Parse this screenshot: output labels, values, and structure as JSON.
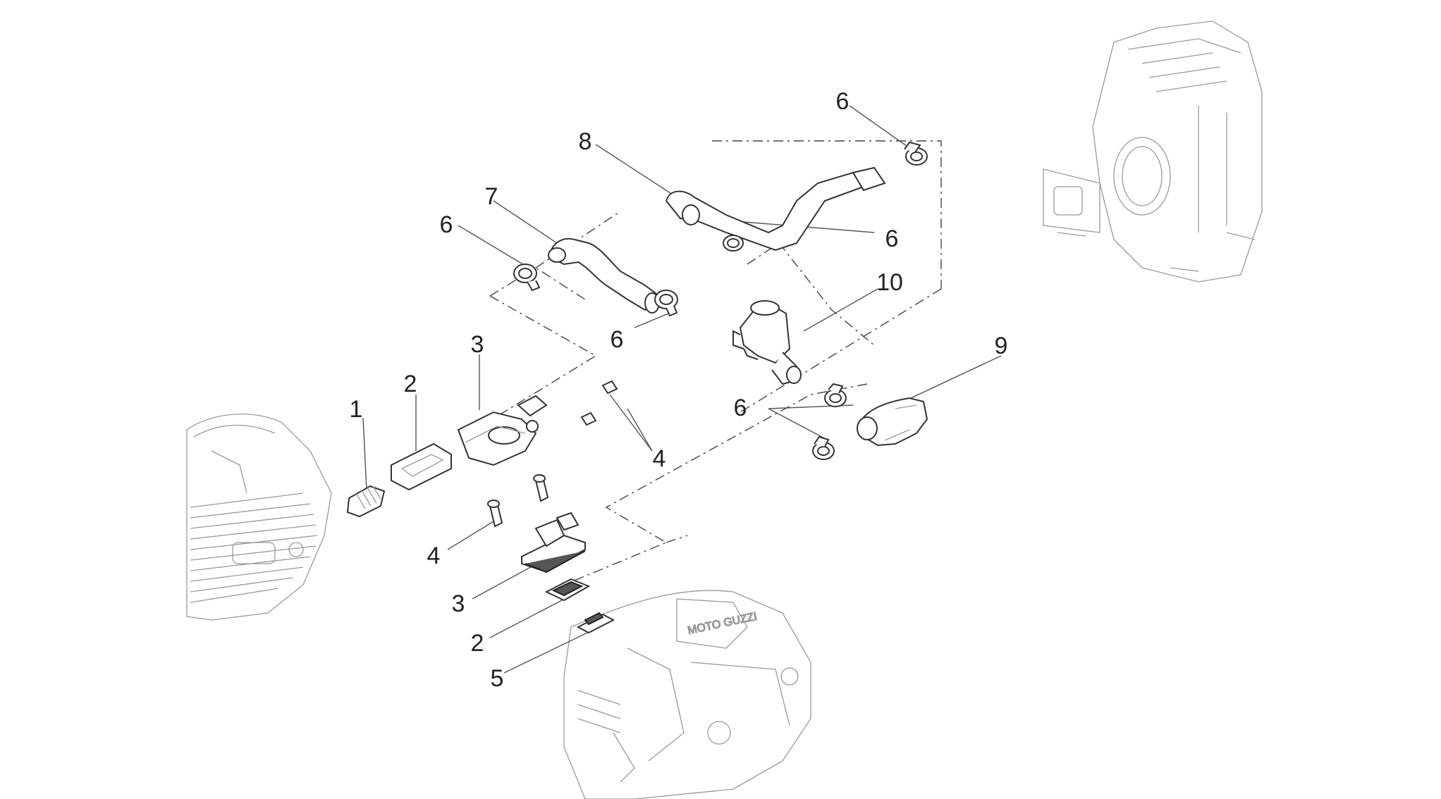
{
  "callouts": [
    {
      "id": "c1",
      "label": "1"
    },
    {
      "id": "c2a",
      "label": "2"
    },
    {
      "id": "c3a",
      "label": "3"
    },
    {
      "id": "c4a",
      "label": "4"
    },
    {
      "id": "c4b",
      "label": "4"
    },
    {
      "id": "c3b",
      "label": "3"
    },
    {
      "id": "c2b",
      "label": "2"
    },
    {
      "id": "c5",
      "label": "5"
    },
    {
      "id": "c6a",
      "label": "6"
    },
    {
      "id": "c6b",
      "label": "6"
    },
    {
      "id": "c6c",
      "label": "6"
    },
    {
      "id": "c6d",
      "label": "6"
    },
    {
      "id": "c6e",
      "label": "6"
    },
    {
      "id": "c7",
      "label": "7"
    },
    {
      "id": "c8",
      "label": "8"
    },
    {
      "id": "c9",
      "label": "9"
    },
    {
      "id": "c10",
      "label": "10"
    }
  ],
  "engraving": "MOTO GUZZI"
}
